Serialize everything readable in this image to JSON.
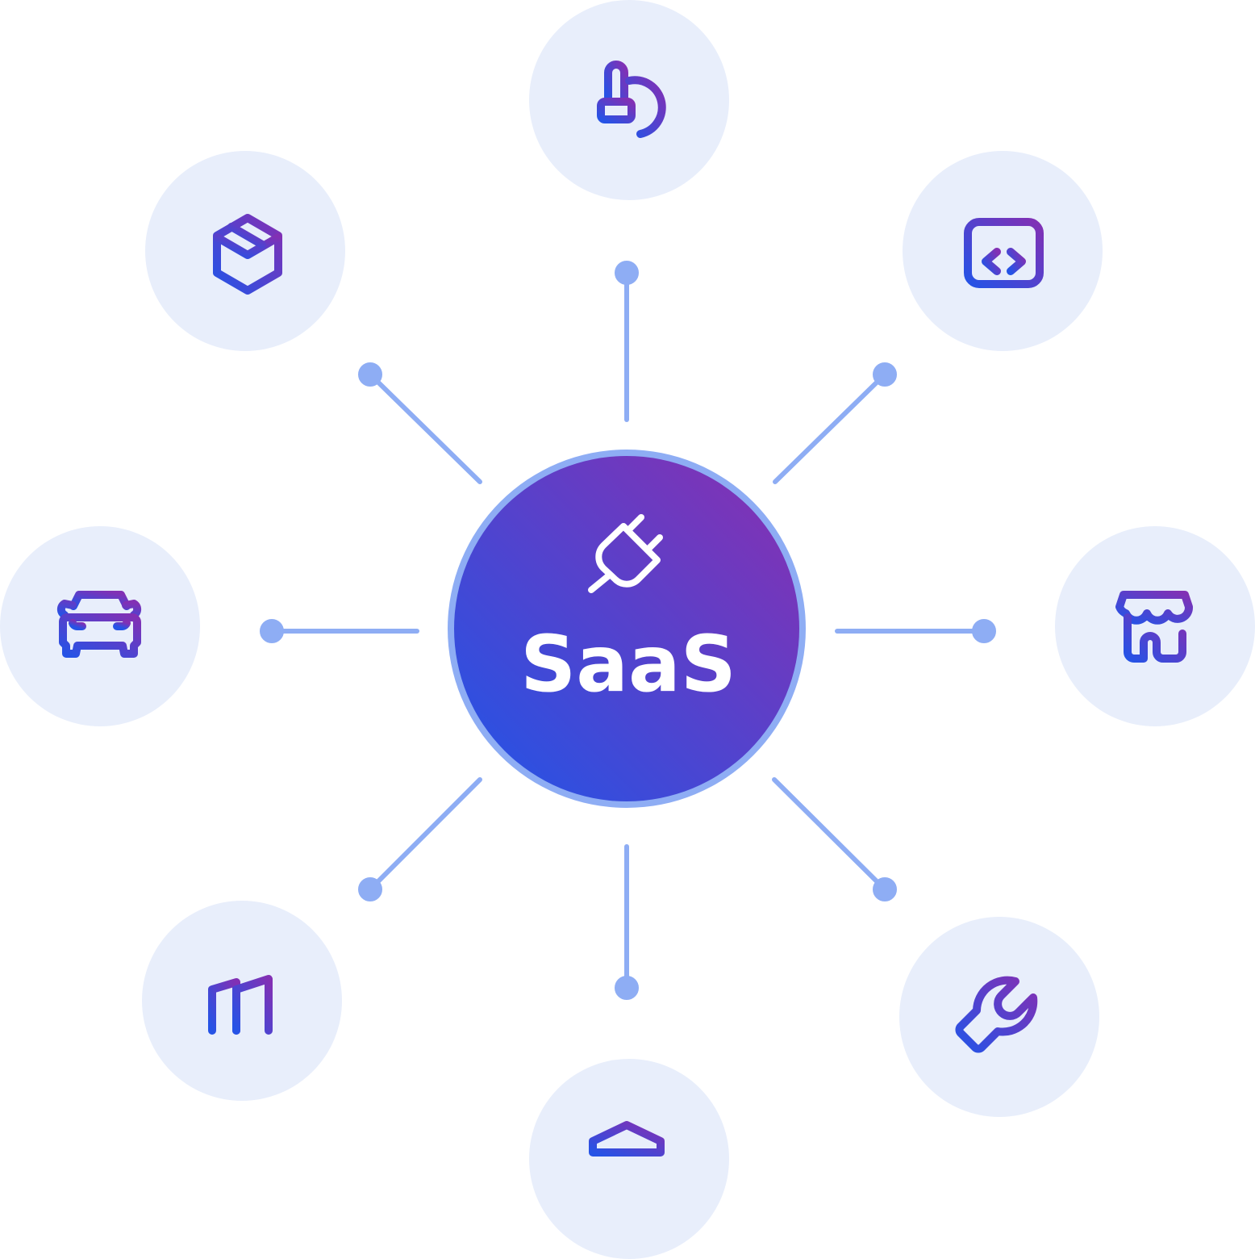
{
  "hub": {
    "label": "SaaS",
    "icon": "plug-icon"
  },
  "colors": {
    "connector": "#8eadf4",
    "satellite_fill": "#e8eefb",
    "hub_ring": "#8eadf4",
    "gradient_start": "#1f55e8",
    "gradient_end": "#8a2fb0",
    "hub_icon": "#ffffff"
  },
  "satellites": [
    {
      "id": "top",
      "icon": "microscope-icon"
    },
    {
      "id": "top-right",
      "icon": "code-window-icon"
    },
    {
      "id": "right",
      "icon": "storefront-icon"
    },
    {
      "id": "bottom-right",
      "icon": "wrench-icon"
    },
    {
      "id": "bottom",
      "icon": "bank-icon"
    },
    {
      "id": "bottom-left",
      "icon": "factory-icon"
    },
    {
      "id": "left",
      "icon": "car-icon"
    },
    {
      "id": "top-left",
      "icon": "package-icon"
    }
  ]
}
